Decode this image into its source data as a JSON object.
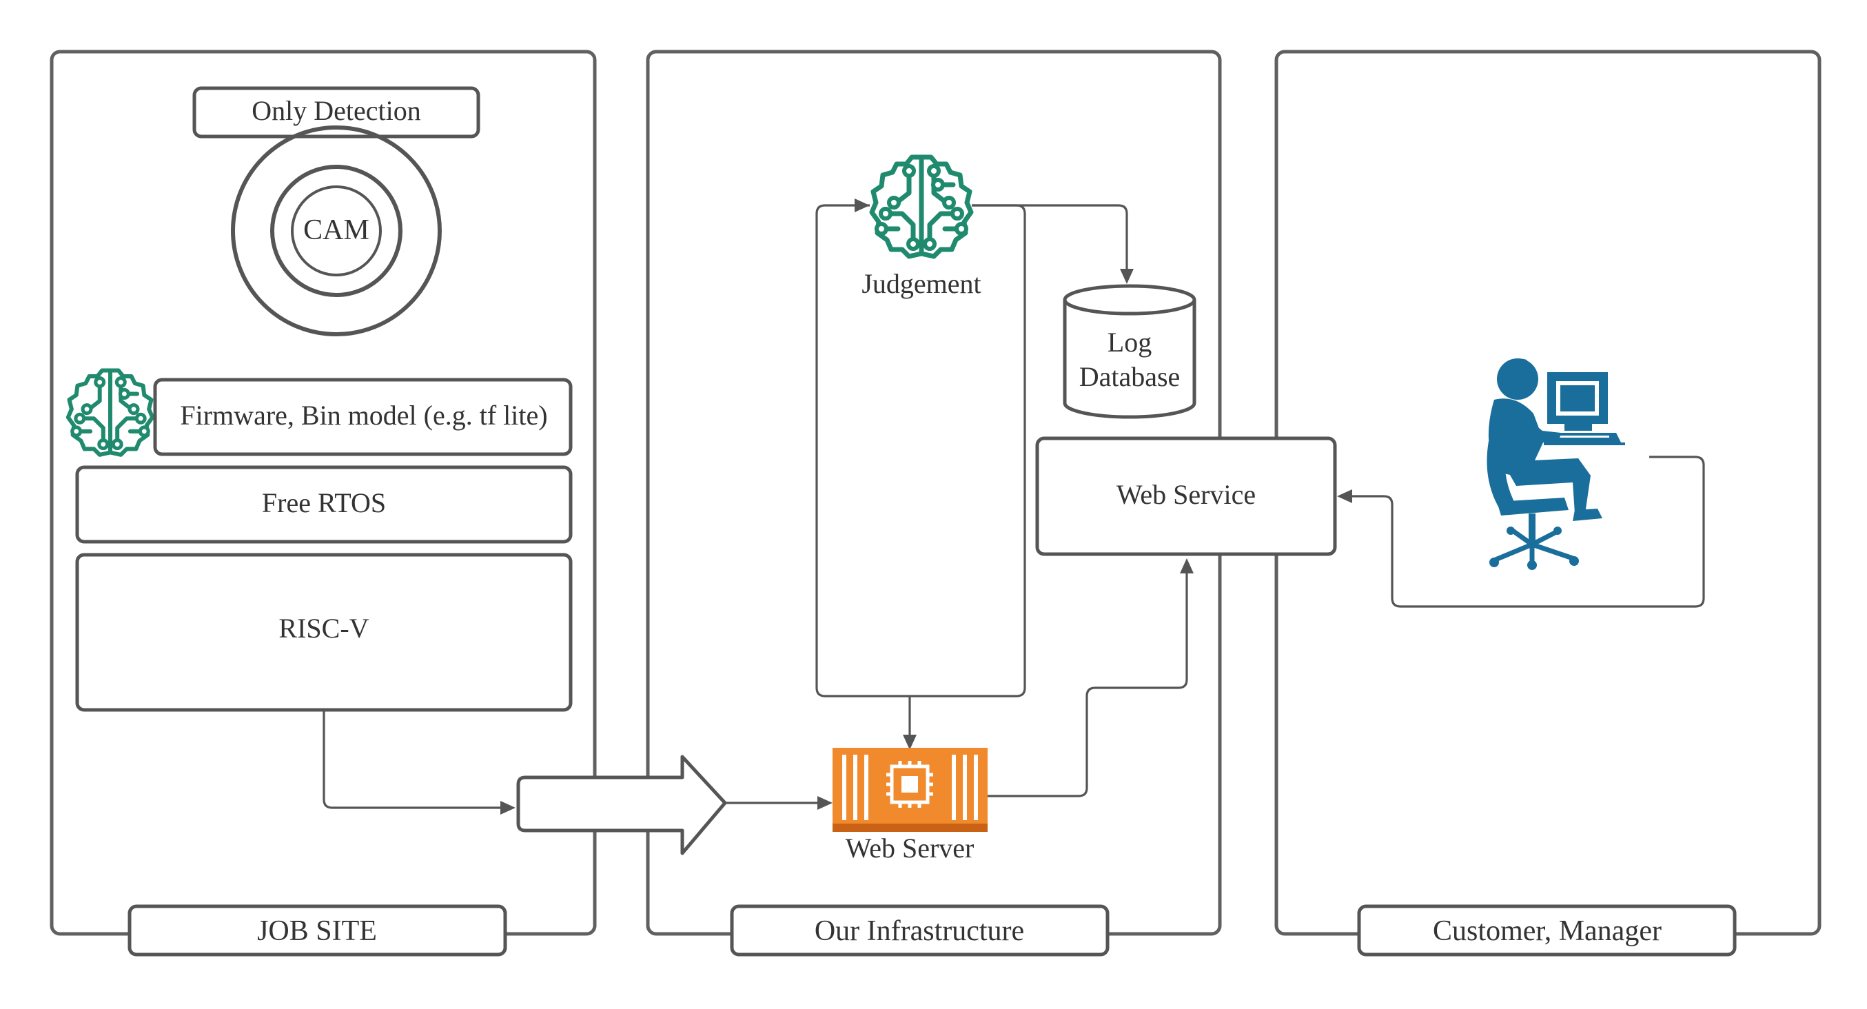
{
  "panels": {
    "job_site": "JOB SITE",
    "infrastructure": "Our Infrastructure",
    "customer": "Customer, Manager"
  },
  "job_site": {
    "detection_label": "Only Detection",
    "camera_label": "CAM",
    "firmware_label": "Firmware, Bin model (e.g. tf lite)",
    "rtos_label": "Free RTOS",
    "cpu_label": "RISC-V"
  },
  "infrastructure": {
    "judgement_label": "Judgement",
    "log_db_label_line1": "Log",
    "log_db_label_line2": "Database",
    "web_service_label": "Web Service",
    "web_server_label": "Web Server"
  },
  "icons": {
    "brain": "brain-circuit-icon",
    "chip": "processor-chip-icon",
    "user": "person-at-computer-icon",
    "database": "database-cylinder-icon",
    "camera": "camera-lens-icon"
  },
  "colors": {
    "brain": "#1f8a6d",
    "server": "#f08a2c",
    "server_dark": "#c96215",
    "user": "#1a6e9b",
    "stroke": "#555555"
  }
}
